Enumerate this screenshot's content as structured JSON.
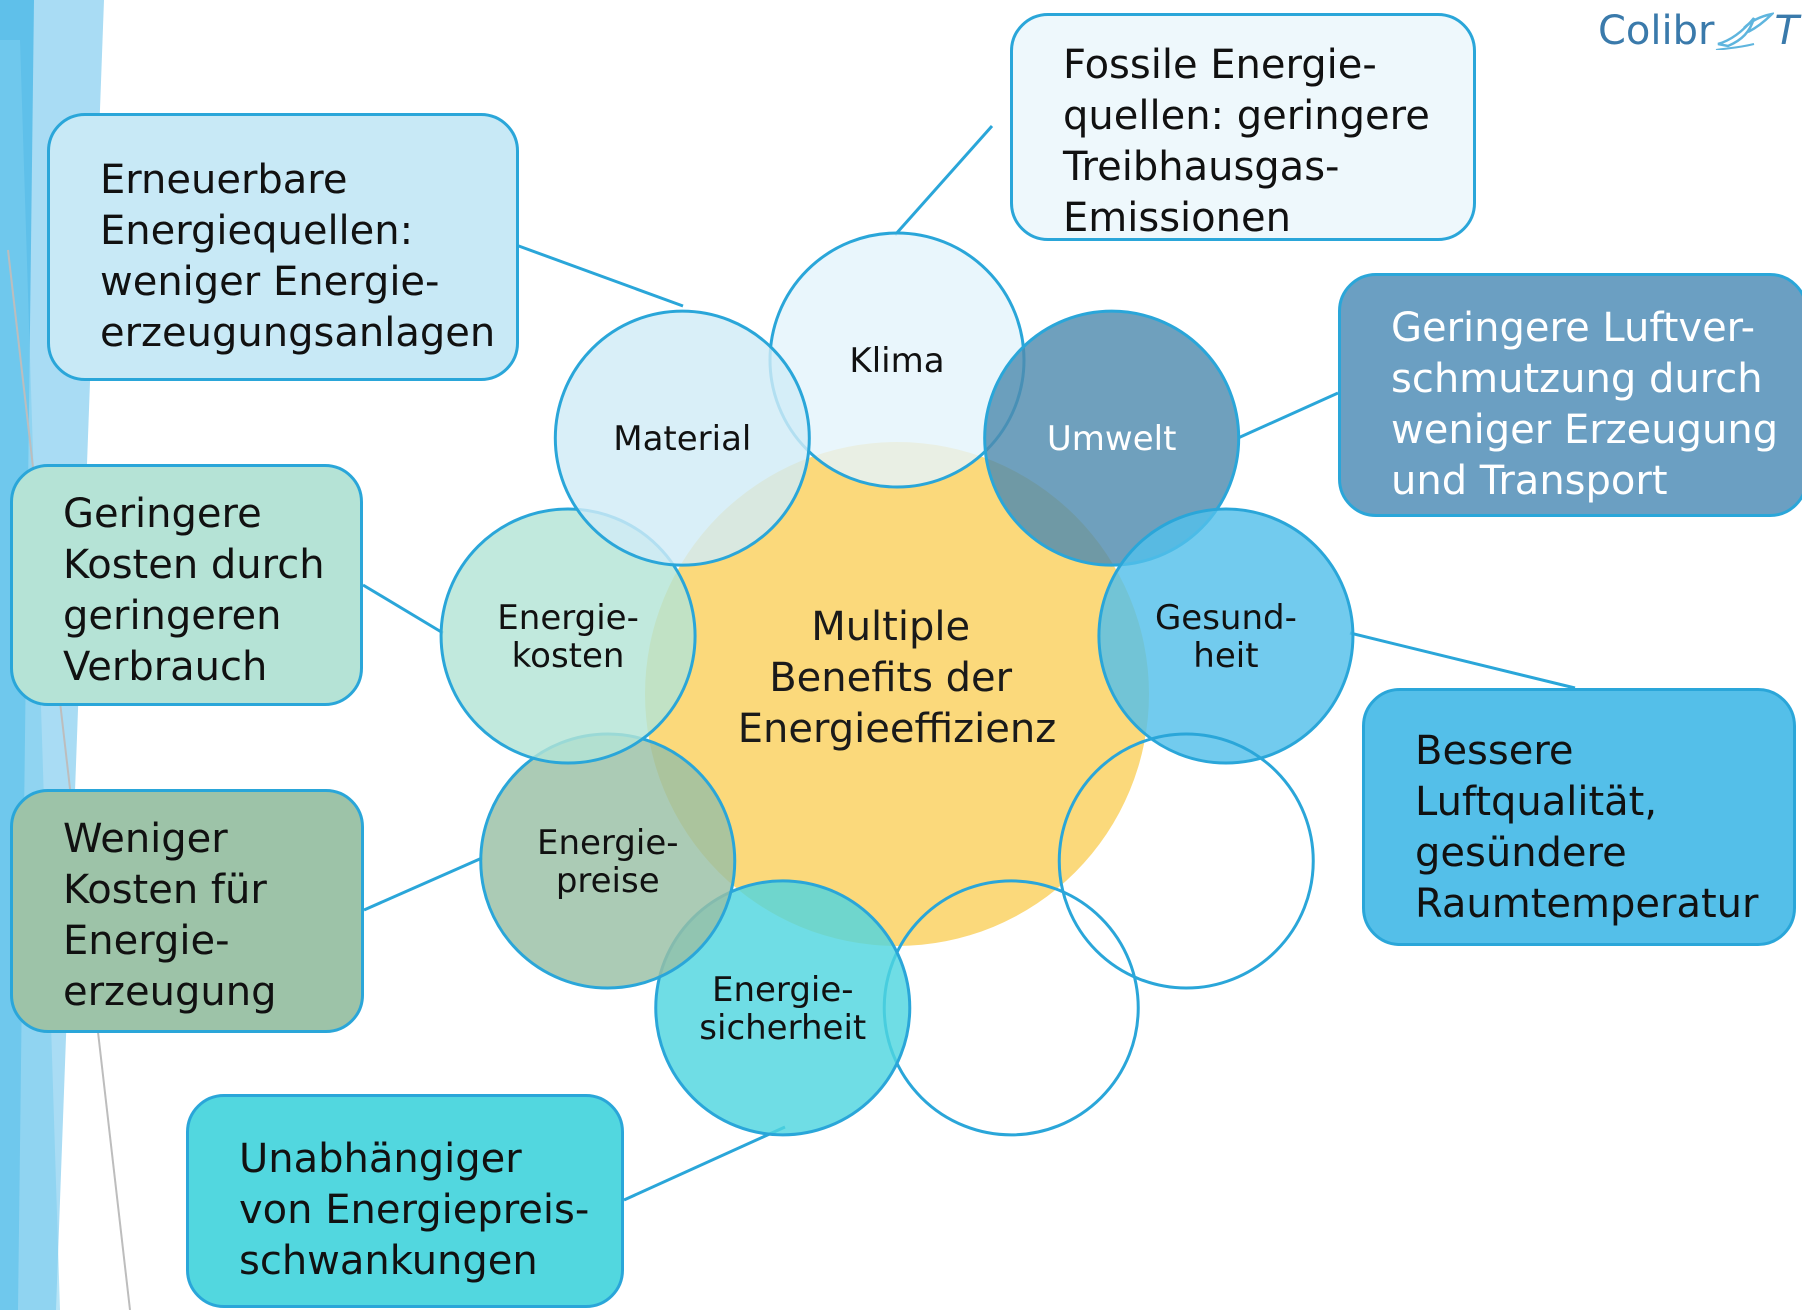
{
  "logo": {
    "text_left": "Colibr",
    "text_right": "T"
  },
  "center": {
    "lines": [
      "Multiple",
      "Benefits der",
      "Energieeffizienz"
    ],
    "fill": "#fbd97b"
  },
  "petals": [
    {
      "id": "klima",
      "lines": [
        "Klima"
      ],
      "fill": "#e4f4fb",
      "text": "#111111"
    },
    {
      "id": "umwelt",
      "lines": [
        "Umwelt"
      ],
      "fill": "#4f8bae",
      "text": "#ffffff"
    },
    {
      "id": "gesundheit",
      "lines": [
        "Gesund-",
        "heit"
      ],
      "fill": "#53c0ea",
      "text": "#111111"
    },
    {
      "id": "empty-1",
      "lines": [],
      "fill": "none",
      "text": "#111111"
    },
    {
      "id": "empty-2",
      "lines": [],
      "fill": "none",
      "text": "#111111"
    },
    {
      "id": "energiesicherheit",
      "lines": [
        "Energie-",
        "sicherheit"
      ],
      "fill": "#4fd6df",
      "text": "#111111"
    },
    {
      "id": "energiepreise",
      "lines": [
        "Energie-",
        "preise"
      ],
      "fill": "#98c0a5",
      "text": "#111111"
    },
    {
      "id": "energiekosten",
      "lines": [
        "Energie-",
        "kosten"
      ],
      "fill": "#b3e4d6",
      "text": "#111111"
    },
    {
      "id": "material",
      "lines": [
        "Material"
      ],
      "fill": "#d1ecf7",
      "text": "#111111"
    }
  ],
  "boxes": [
    {
      "id": "erneuerbare",
      "text": "Erneuerbare\nEnergiequellen:\nweniger Energie-\nerzeugungsanlagen",
      "fill": "#c8e9f6",
      "text_color": "#111111"
    },
    {
      "id": "fossile",
      "text": "Fossile Energie-\nquellen: geringere\nTreibhausgas-\nEmissionen",
      "fill": "#eef8fc",
      "text_color": "#111111"
    },
    {
      "id": "luftverschmutzung",
      "text": "Geringere Luftver-\nschmutzung durch\nweniger Erzeugung\nund Transport",
      "fill": "#6b9fc2",
      "text_color": "#ffffff"
    },
    {
      "id": "kosten-verbrauch",
      "text": "Geringere\nKosten durch\ngeringeren\nVerbrauch",
      "fill": "#b5e3d6",
      "text_color": "#111111"
    },
    {
      "id": "luftqualitaet",
      "text": "Bessere\nLuftqualität,\ngesündere\nRaumtemperatur",
      "fill": "#54bfe9",
      "text_color": "#111111"
    },
    {
      "id": "kosten-erzeugung",
      "text": "Weniger\nKosten für\nEnergie-\nerzeugung",
      "fill": "#9dc3a8",
      "text_color": "#111111"
    },
    {
      "id": "unabhaengig",
      "text": "Unabhängiger\nvon Energiepreis-\nschwankungen",
      "fill": "#52d7df",
      "text_color": "#111111"
    }
  ],
  "colors": {
    "stroke": "#2aa6d9",
    "left_band": "#6cc5ec",
    "left_band_light": "#a9dcf4"
  }
}
